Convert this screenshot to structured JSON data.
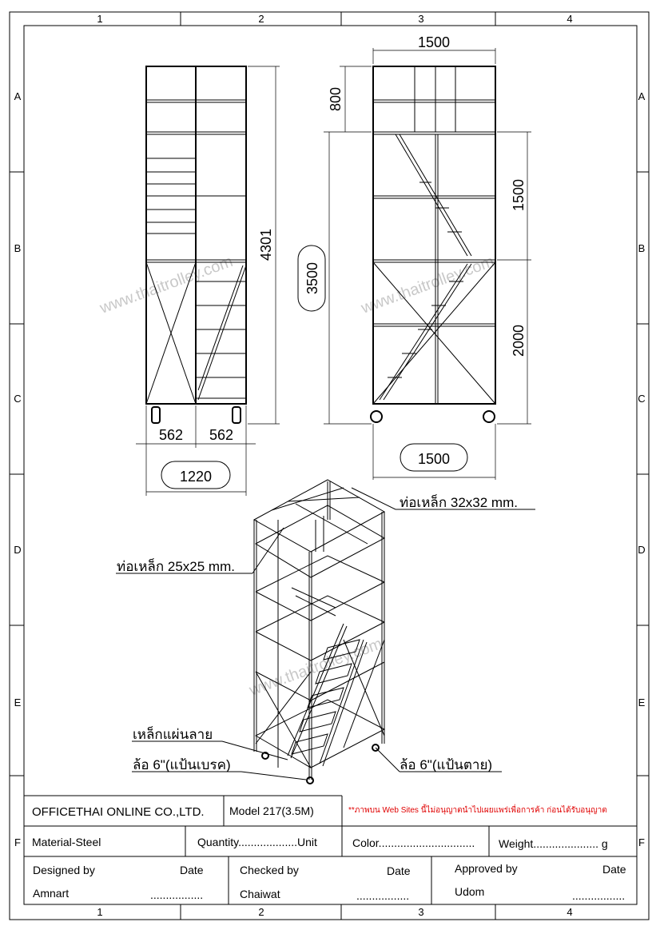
{
  "grid": {
    "columns": [
      "1",
      "2",
      "3",
      "4"
    ],
    "rows": [
      "A",
      "B",
      "C",
      "D",
      "E",
      "F"
    ]
  },
  "watermark": "www.thaitrolley.com",
  "front_view": {
    "height": "4301",
    "half_width_left": "562",
    "half_width_right": "562",
    "width": "1220"
  },
  "side_view": {
    "top_width": "1500",
    "top_section": "800",
    "upper_height": "3500",
    "mid_section": "1500",
    "lower_section": "2000",
    "bottom_width": "1500"
  },
  "iso_view": {
    "label_tube_32": "ท่อเหล็ก 32x32 mm.",
    "label_tube_25": "ท่อเหล็ก 25x25 mm.",
    "label_plate": "เหล็กแผ่นลาย",
    "label_wheel_brake": "ล้อ 6\"(แป้นเบรค)",
    "label_wheel_fixed": "ล้อ 6\"(แป้นตาย)"
  },
  "title_block": {
    "company": "OFFICETHAI ONLINE CO.,LTD.",
    "model": "Model   217(3.5M)",
    "notice": "**ภาพบน Web Sites นี้ไม่อนุญาตนำไปเผยแพร่เพื่อการค้า ก่อนได้รับอนุญาต",
    "material": "Material-Steel",
    "quantity": "Quantity...................Unit",
    "color": "Color...............................",
    "weight": "Weight..................... g",
    "designed_by_label": "Designed by",
    "designed_by": "Amnart",
    "checked_by_label": "Checked by",
    "checked_by": "Chaiwat",
    "approved_by_label": "Approved by",
    "approved_by": "Udom",
    "date_label": "Date",
    "date_value": "................."
  },
  "colors": {
    "notice": "#e00000"
  }
}
